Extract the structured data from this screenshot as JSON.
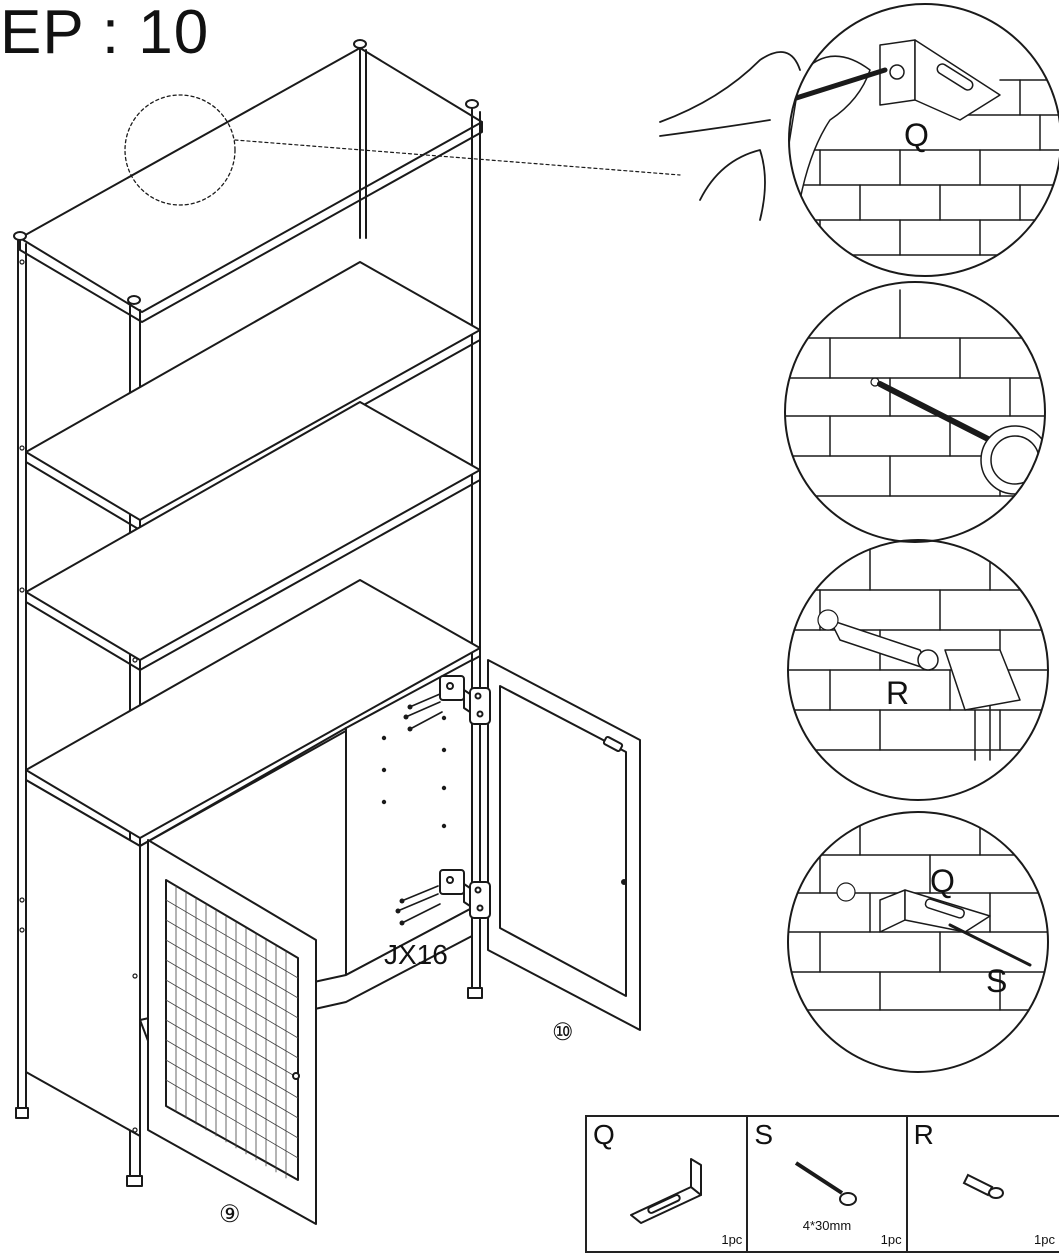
{
  "step": {
    "title": "EP : 10"
  },
  "callouts": {
    "bracket_label_top": "Q",
    "anchor_label": "R",
    "bracket_label_bottom": "Q",
    "screw_label": "S",
    "hinge_screw_label": "JX16",
    "door_left_number": "⑨",
    "door_right_number": "⑩"
  },
  "parts": [
    {
      "letter": "Q",
      "size": "",
      "qty": "1pc",
      "icon": "l-bracket-icon"
    },
    {
      "letter": "S",
      "size": "4*30mm",
      "qty": "1pc",
      "icon": "screw-icon"
    },
    {
      "letter": "R",
      "size": "",
      "qty": "1pc",
      "icon": "wall-anchor-icon"
    }
  ]
}
